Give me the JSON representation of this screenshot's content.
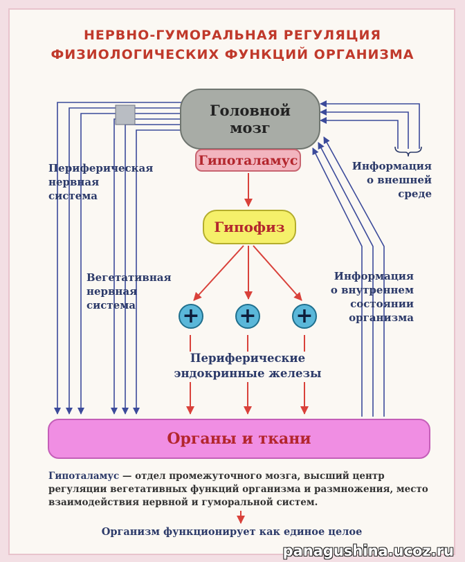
{
  "title": {
    "line1": "НЕРВНО-ГУМОРАЛЬНАЯ РЕГУЛЯЦИЯ",
    "line2": "ФИЗИОЛОГИЧЕСКИХ ФУНКЦИЙ ОРГАНИЗМА"
  },
  "nodes": {
    "brain_line1": "Головной",
    "brain_line2": "мозг",
    "hypothalamus": "Гипоталамус",
    "pituitary": "Гипофиз",
    "organs": "Органы и ткани",
    "plus_symbol": "+"
  },
  "labels": {
    "peripheral_ns": [
      "Периферическая",
      "нервная",
      "система"
    ],
    "vegetative_ns": [
      "Вегетативная",
      "нервная",
      "система"
    ],
    "external_info": [
      "Информация",
      "о внешней",
      "среде"
    ],
    "internal_info": [
      "Информация",
      "о внутреннем",
      "состоянии",
      "организма"
    ],
    "endocrine": [
      "Периферические",
      "эндокринные железы"
    ]
  },
  "note": {
    "term": "Гипоталамус",
    "text": " — отдел промежуточного мозга, высший центр регуляции вегетативных функций организма и размножения, место взаимодействия нервной и гуморальной систем."
  },
  "footer": "Организм функционирует как единое целое",
  "watermark": "panagushina.ucoz.ru",
  "colors": {
    "accent_red": "#c0392b",
    "navy": "#2c3a69",
    "arrow_red": "#d9413a",
    "arrow_blue": "#3b4a9a",
    "organs_fill": "#f08ee3",
    "pituitary_fill": "#f5f06a",
    "brain_fill": "#a8aca6"
  }
}
